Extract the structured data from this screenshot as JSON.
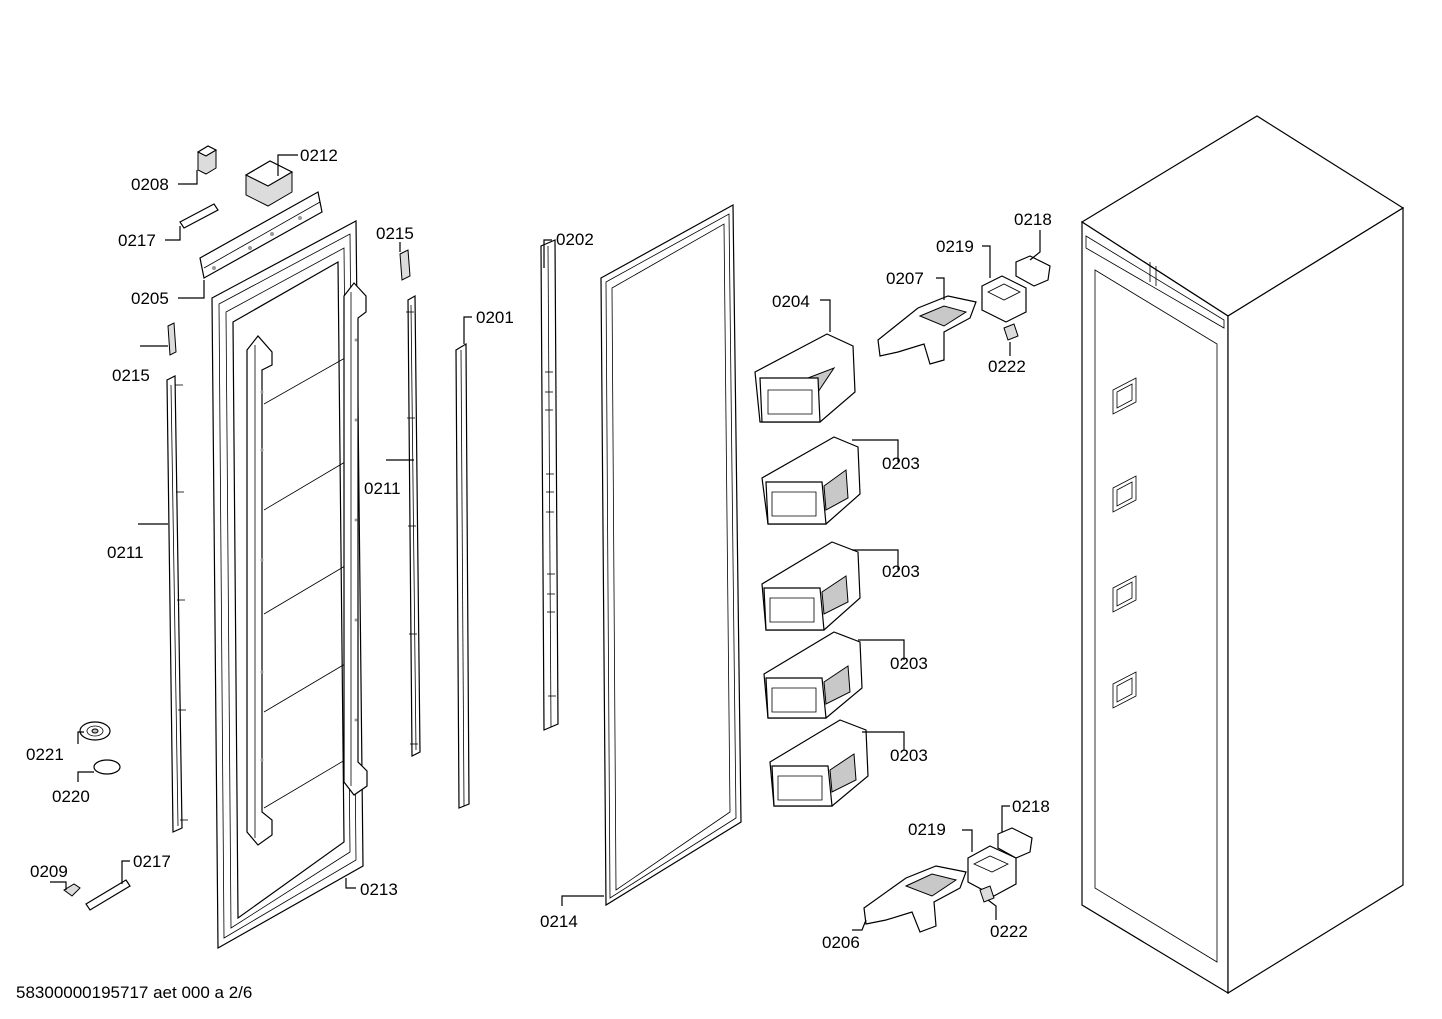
{
  "callouts": [
    {
      "id": "c0208",
      "label": "0208"
    },
    {
      "id": "c0212",
      "label": "0212"
    },
    {
      "id": "c0217a",
      "label": "0217"
    },
    {
      "id": "c0205",
      "label": "0205"
    },
    {
      "id": "c0215a",
      "label": "0215"
    },
    {
      "id": "c0215b",
      "label": "0215"
    },
    {
      "id": "c0211a",
      "label": "0211"
    },
    {
      "id": "c0211b",
      "label": "0211"
    },
    {
      "id": "c0201",
      "label": "0201"
    },
    {
      "id": "c0202",
      "label": "0202"
    },
    {
      "id": "c0221",
      "label": "0221"
    },
    {
      "id": "c0220",
      "label": "0220"
    },
    {
      "id": "c0209",
      "label": "0209"
    },
    {
      "id": "c0217b",
      "label": "0217"
    },
    {
      "id": "c0213",
      "label": "0213"
    },
    {
      "id": "c0214",
      "label": "0214"
    },
    {
      "id": "c0204",
      "label": "0204"
    },
    {
      "id": "c0203a",
      "label": "0203"
    },
    {
      "id": "c0203b",
      "label": "0203"
    },
    {
      "id": "c0203c",
      "label": "0203"
    },
    {
      "id": "c0203d",
      "label": "0203"
    },
    {
      "id": "c0207",
      "label": "0207"
    },
    {
      "id": "c0219a",
      "label": "0219"
    },
    {
      "id": "c0218a",
      "label": "0218"
    },
    {
      "id": "c0222a",
      "label": "0222"
    },
    {
      "id": "c0219b",
      "label": "0219"
    },
    {
      "id": "c0218b",
      "label": "0218"
    },
    {
      "id": "c0222b",
      "label": "0222"
    },
    {
      "id": "c0206",
      "label": "0206"
    }
  ],
  "footer": {
    "code": "58300000195717 aet 000 a 2/6"
  }
}
